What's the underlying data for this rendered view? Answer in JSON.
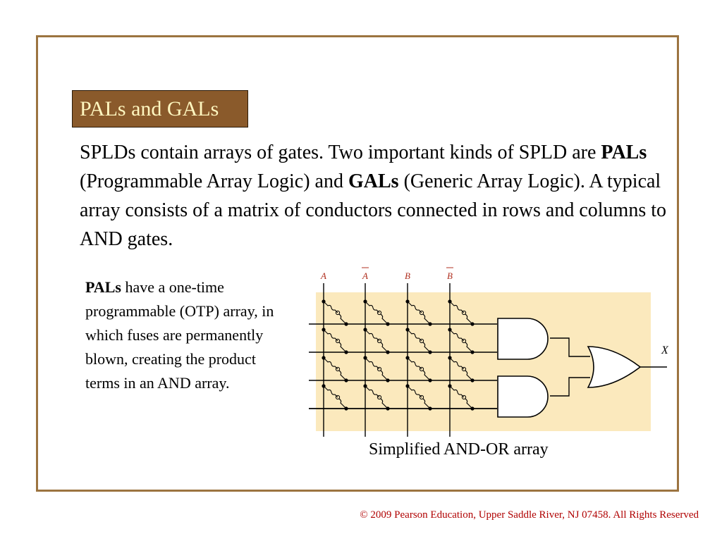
{
  "slide": {
    "title": "PALs and GALs",
    "intro": {
      "part1": "SPLDs contain arrays of gates. Two important kinds of SPLD are ",
      "bold1": "PALs",
      "part2": " (Programmable Array Logic) and ",
      "bold2": "GALs",
      "part3": " (Generic Array Logic). A typical array consists of a matrix of conductors connected in rows and columns to AND gates."
    },
    "pal_description": {
      "bold": "PALs",
      "text": " have a one-time programmable (OTP) array, in which fuses are permanently blown, creating the product terms in an AND array."
    },
    "footer": "© 2009 Pearson Education, Upper Saddle River, NJ 07458. All Rights Reserved"
  },
  "diagram": {
    "input_labels": [
      "A",
      "A",
      "B",
      "B"
    ],
    "input_complemented": [
      false,
      true,
      false,
      true
    ],
    "output_label": "X",
    "caption": "Simplified AND-OR array",
    "colors": {
      "background": "#fbe9bd",
      "label": "#b03020",
      "line": "#000000"
    }
  }
}
